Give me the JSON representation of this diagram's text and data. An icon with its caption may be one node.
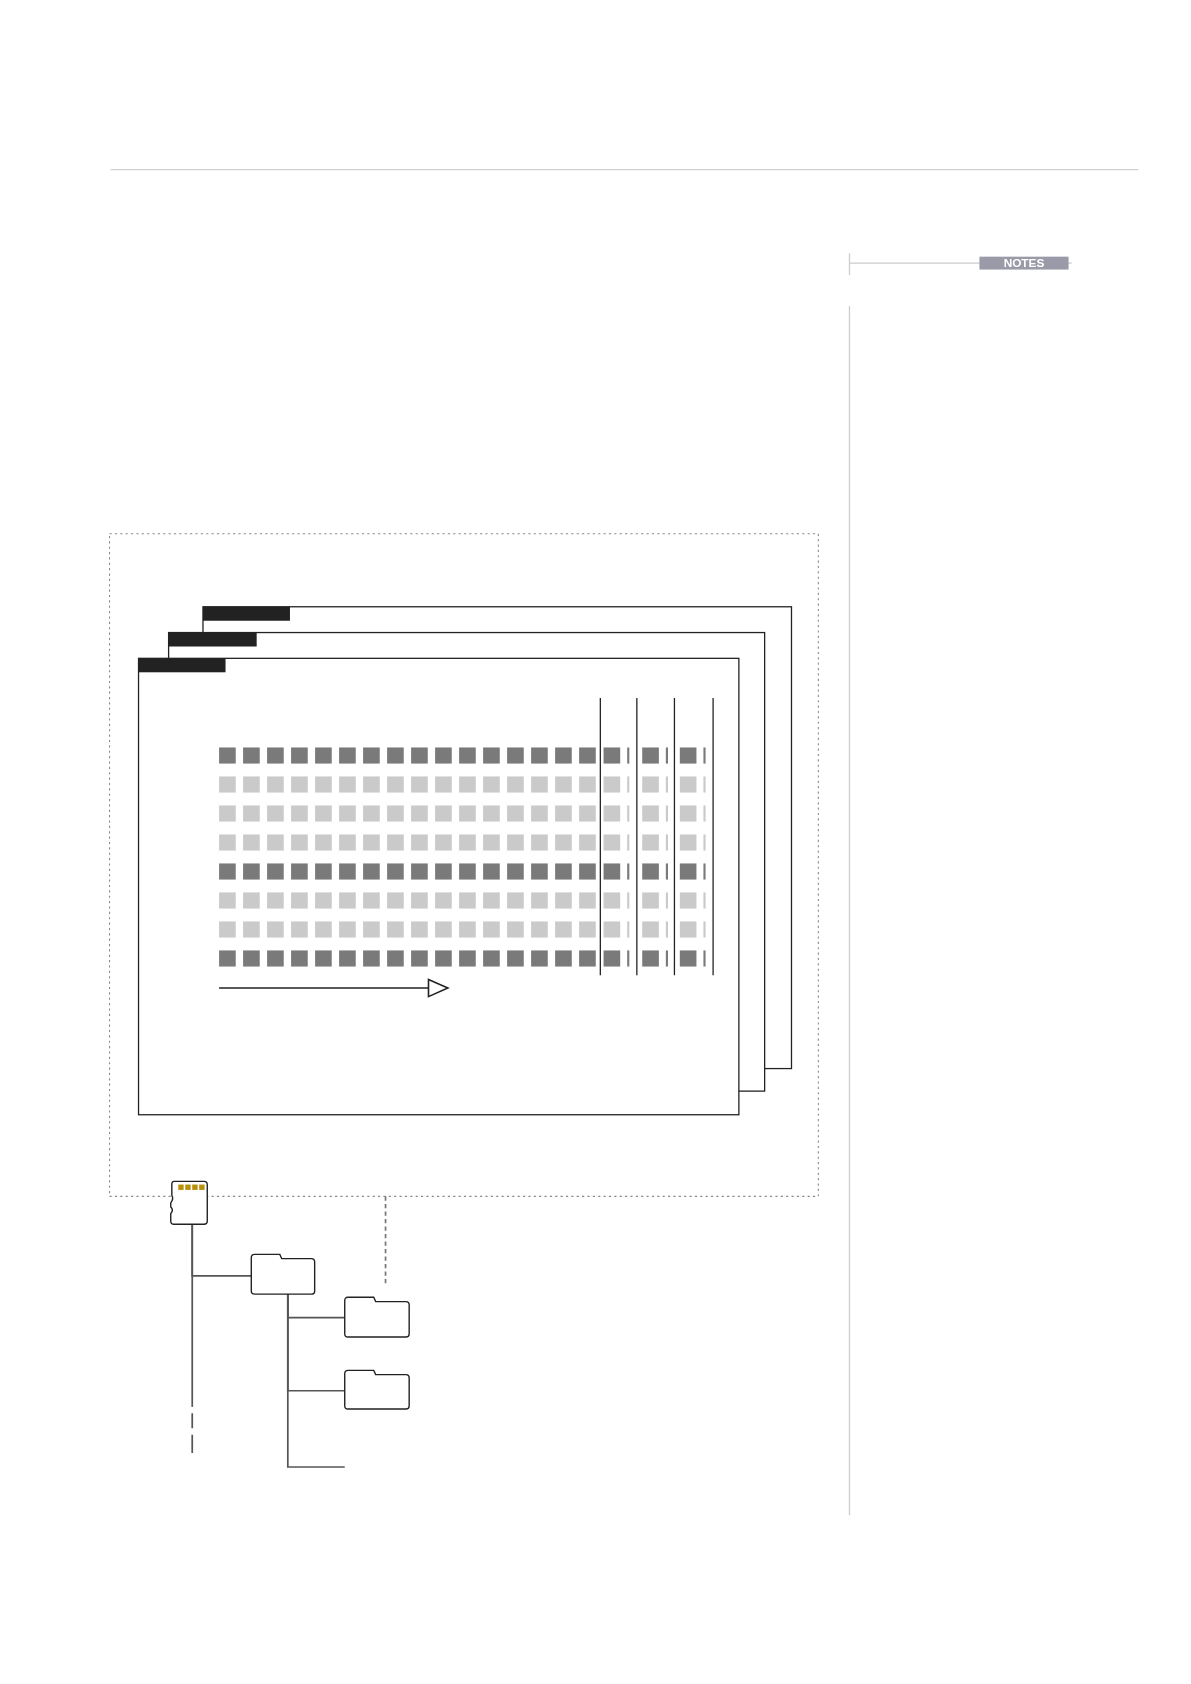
{
  "diagram": {
    "nodes": [
      {
        "text": [],
        "shape": "box"
      },
      {
        "text": [],
        "shape": "card"
      },
      {
        "text": [],
        "shape": "folder"
      },
      {
        "text": [],
        "shape": "folder"
      },
      {
        "text": [],
        "shape": "folder"
      }
    ],
    "edges": [
      {
        "from": 1,
        "to": 2,
        "arrow": "none"
      },
      {
        "from": 2,
        "to": 3,
        "arrow": "none"
      },
      {
        "from": 2,
        "to": 4,
        "arrow": "none"
      },
      {
        "from": 2,
        "to": null,
        "arrow": "none"
      },
      {
        "from": 1,
        "to": null,
        "arrow": "none"
      },
      {
        "from": 0,
        "to": 3,
        "arrow": "none",
        "style": "dashed"
      }
    ],
    "labels": [
      "NOTES"
    ]
  }
}
